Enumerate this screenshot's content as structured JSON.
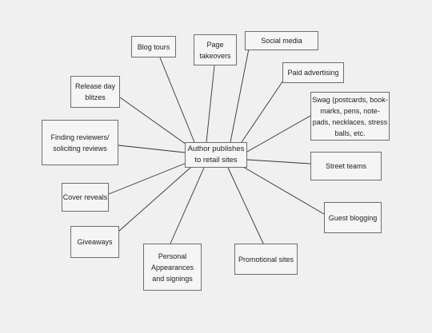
{
  "center": {
    "label": "Author publishes\nto retail sites"
  },
  "nodes": [
    {
      "id": "blog-tours",
      "label": "Blog tours"
    },
    {
      "id": "page-takeovers",
      "label": "Page\ntakeovers"
    },
    {
      "id": "social-media",
      "label": "Social media"
    },
    {
      "id": "paid-advertising",
      "label": "Paid advertising"
    },
    {
      "id": "swag",
      "label": "Swag (postcards, book-\nmarks, pens, note-\npads, necklaces, stress\nballs, etc."
    },
    {
      "id": "street-teams",
      "label": "Street teams"
    },
    {
      "id": "guest-blogging",
      "label": "Guest blogging"
    },
    {
      "id": "promotional-sites",
      "label": "Promotional sites"
    },
    {
      "id": "personal-appearances",
      "label": "Personal\nAppearances\nand signings"
    },
    {
      "id": "giveaways",
      "label": "Giveaways"
    },
    {
      "id": "cover-reveals",
      "label": "Cover reveals"
    },
    {
      "id": "finding-reviewers",
      "label": "Finding reviewers/\nsoliciting reviews"
    },
    {
      "id": "release-day-blitzes",
      "label": "Release day\nblitzes"
    }
  ]
}
